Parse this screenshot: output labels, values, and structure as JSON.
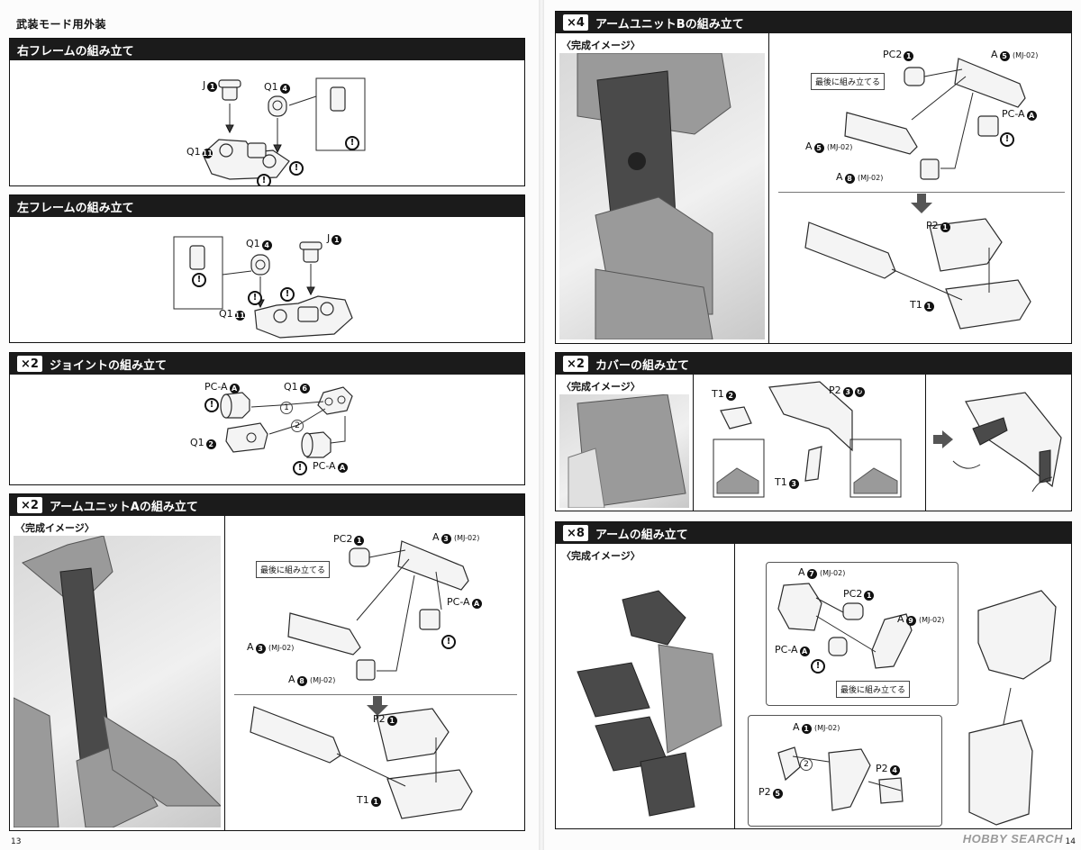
{
  "page_header": "武装モード用外装",
  "page_numbers": {
    "left": "13",
    "right": "14"
  },
  "logo": "HOBBY SEARCH",
  "common": {
    "complete_image": "〈完成イメージ〉",
    "assemble_last": "最後に組み立てる"
  },
  "sections": {
    "right_frame": {
      "title": "右フレームの組み立て",
      "labels": {
        "j": "J",
        "j_n": "1",
        "q1a": "Q1",
        "q1a_n": "4",
        "q1b": "Q1",
        "q1b_n": "11"
      }
    },
    "left_frame": {
      "title": "左フレームの組み立て",
      "labels": {
        "q1a": "Q1",
        "q1a_n": "4",
        "j": "J",
        "j_n": "1",
        "q1b": "Q1",
        "q1b_n": "11"
      }
    },
    "joint": {
      "mult": "×2",
      "title": "ジョイントの組み立て",
      "labels": {
        "pca1": "PC-A",
        "pca1_n": "A",
        "q1a": "Q1",
        "q1a_n": "6",
        "q1b": "Q1",
        "q1b_n": "2",
        "pca2": "PC-A",
        "pca2_n": "A",
        "step1": "1",
        "step2": "2"
      }
    },
    "arm_unit_a": {
      "mult": "×2",
      "title": "アームユニットAの組み立て",
      "labels": {
        "pc2": "PC2",
        "pc2_n": "1",
        "a3top": "A",
        "a3top_n": "3",
        "a3top_sub": "(MJ-02)",
        "pca": "PC-A",
        "pca_n": "A",
        "a3": "A",
        "a3_n": "3",
        "a3_sub": "(MJ-02)",
        "a8": "A",
        "a8_n": "8",
        "a8_sub": "(MJ-02)",
        "p2": "P2",
        "p2_n": "1",
        "t1": "T1",
        "t1_n": "1"
      }
    },
    "arm_unit_b": {
      "mult": "×4",
      "title": "アームユニットBの組み立て",
      "labels": {
        "pc2": "PC2",
        "pc2_n": "1",
        "a5top": "A",
        "a5top_n": "5",
        "a5top_sub": "(MJ-02)",
        "pca": "PC-A",
        "pca_n": "A",
        "a5": "A",
        "a5_n": "5",
        "a5_sub": "(MJ-02)",
        "a8": "A",
        "a8_n": "8",
        "a8_sub": "(MJ-02)",
        "p2": "P2",
        "p2_n": "1",
        "t1": "T1",
        "t1_n": "1"
      }
    },
    "cover": {
      "mult": "×2",
      "title": "カバーの組み立て",
      "labels": {
        "t1a": "T1",
        "t1a_n": "2",
        "p2": "P2",
        "p2_n": "3",
        "t1b": "T1",
        "t1b_n": "3"
      }
    },
    "arm": {
      "mult": "×8",
      "title": "アームの組み立て",
      "labels": {
        "a7": "A",
        "a7_n": "7",
        "a7_sub": "(MJ-02)",
        "pc2": "PC2",
        "pc2_n": "1",
        "a9": "A",
        "a9_n": "9",
        "a9_sub": "(MJ-02)",
        "pca": "PC-A",
        "pca_n": "A",
        "a1": "A",
        "a1_n": "1",
        "a1_sub": "(MJ-02)",
        "p2a": "P2",
        "p2a_n": "5",
        "p2b": "P2",
        "p2b_n": "4",
        "step2": "2"
      }
    }
  }
}
